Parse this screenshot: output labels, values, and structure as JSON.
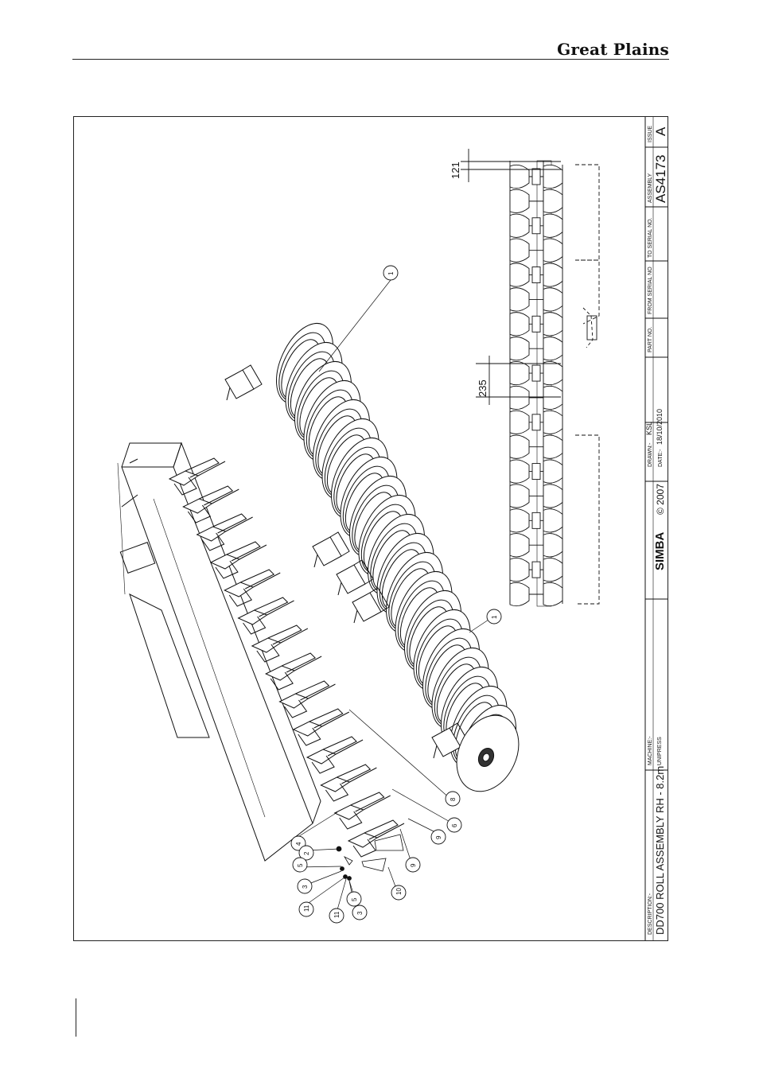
{
  "header": {
    "brand": "Great Plains"
  },
  "title_block": {
    "description_label": "DESCRIPTION:-",
    "description": "DD700 ROLL ASSEMBLY RH - 8.2m",
    "machine_label": "MACHINE:-",
    "machine": "UNIPRESS",
    "logo_text": "SIMBA",
    "copyright": "© 2007",
    "drawn_label": "DRAWN:-",
    "drawn": "KSL",
    "date_label": "DATE:-",
    "date": "18/10/2010",
    "part_no_label": "PART NO.",
    "from_serial_label": "FROM SERIAL NO",
    "to_serial_label": "TO SERIAL NO.",
    "assembly_label": "ASSEMBLY",
    "assembly": "AS4173",
    "issue_label": "ISSUE",
    "issue": "A"
  },
  "dimensions": {
    "d121": "121",
    "d235": "235"
  },
  "balloons": [
    {
      "n": "1"
    },
    {
      "n": "1"
    },
    {
      "n": "8"
    },
    {
      "n": "6"
    },
    {
      "n": "9"
    },
    {
      "n": "9"
    },
    {
      "n": "4"
    },
    {
      "n": "2"
    },
    {
      "n": "5"
    },
    {
      "n": "3"
    },
    {
      "n": "11"
    },
    {
      "n": "11"
    },
    {
      "n": "3"
    },
    {
      "n": "5"
    },
    {
      "n": "10"
    }
  ],
  "colors": {
    "ink": "#111111",
    "paper": "#ffffff"
  }
}
